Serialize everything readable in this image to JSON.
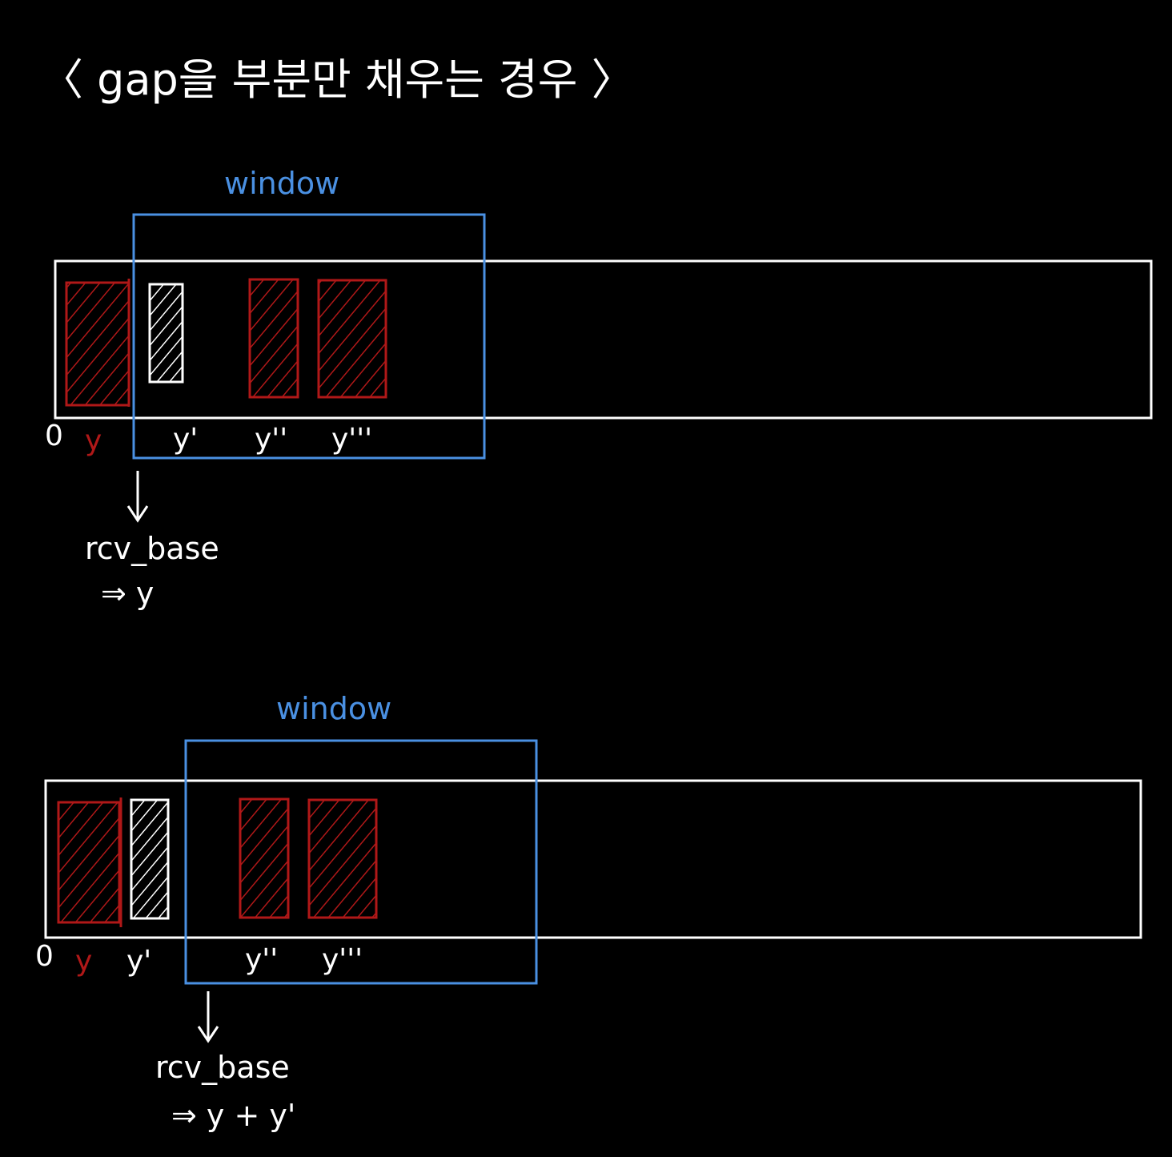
{
  "title": "〈 gap을 부분만  채우는 경우 〉",
  "colors": {
    "background": "#000000",
    "stroke_white": "#ffffff",
    "window_blue": "#4a90e2",
    "received_red": "#b01818"
  },
  "diagrams": [
    {
      "window_label": "window",
      "labels": {
        "zero": "0",
        "y": "y",
        "y1": "y'",
        "y2": "y''",
        "y3": "y'''"
      },
      "rcv_base_label": "rcv_base",
      "rcv_base_value": "⇒ y"
    },
    {
      "window_label": "window",
      "labels": {
        "zero": "0",
        "y": "y",
        "y1": "y'",
        "y2": "y''",
        "y3": "y'''"
      },
      "rcv_base_label": "rcv_base",
      "rcv_base_value": "⇒ y + y'"
    }
  ]
}
